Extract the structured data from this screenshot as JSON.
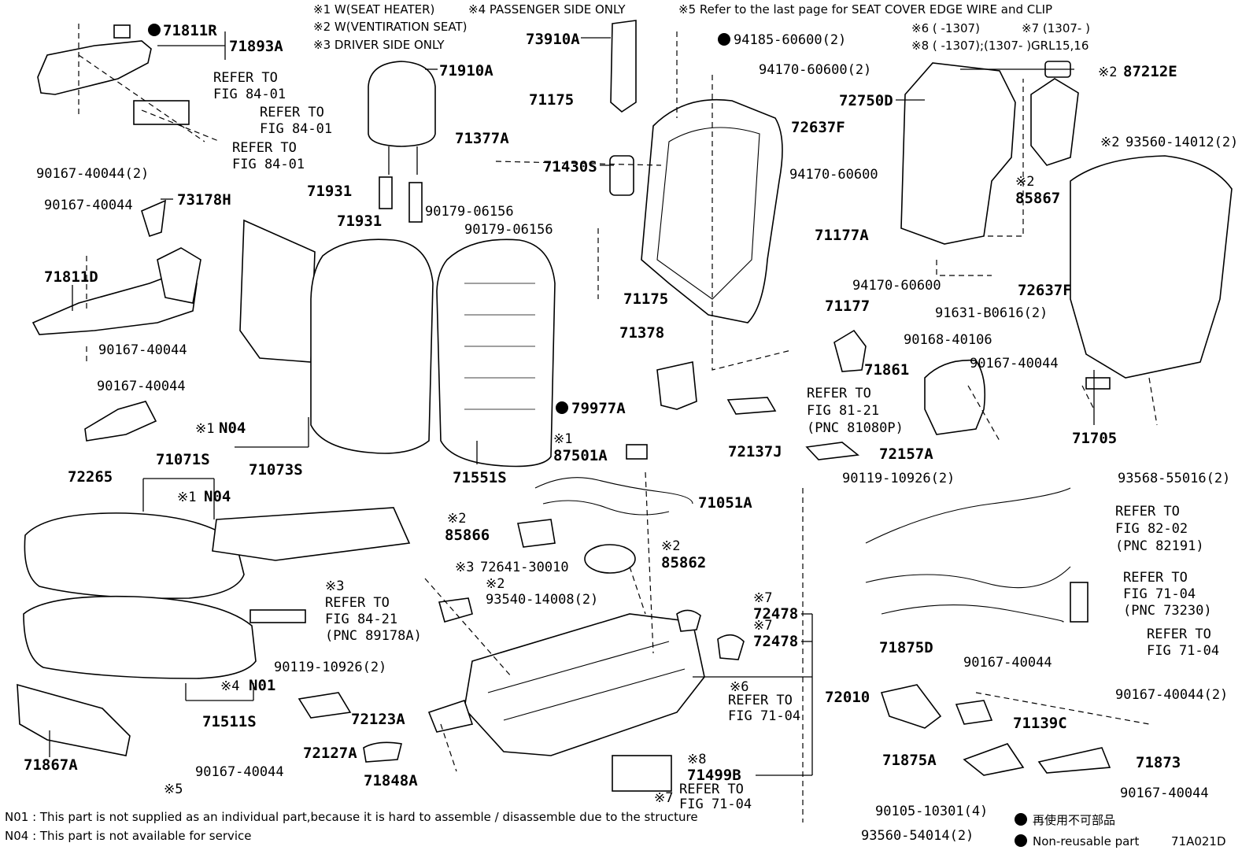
{
  "header_notes": {
    "n1": "※1 W(SEAT HEATER)",
    "n4": "※4 PASSENGER SIDE ONLY",
    "n5": "※5 Refer to the last page for SEAT COVER EDGE WIRE and CLIP",
    "n2": "※2 W(VENTIRATION SEAT)",
    "n3": "※3 DRIVER SIDE ONLY",
    "n6": "※6 (      -1307)",
    "n7": "※7 (1307-      )",
    "n8": "※8 (      -1307);(1307-      )GRL15,16"
  },
  "parts": {
    "p71811R": "71811R",
    "p71893A": "71893A",
    "refer_84_01_a": "REFER TO",
    "refer_84_01_a2": "FIG 84-01",
    "refer_84_01_b": "REFER TO",
    "refer_84_01_b2": "FIG 84-01",
    "refer_84_01_c": "REFER TO",
    "refer_84_01_c2": "FIG 84-01",
    "p90167_40044_2": "90167-40044(2)",
    "p71910A": "71910A",
    "p73910A": "73910A",
    "p71175a": "71175",
    "p71377A": "71377A",
    "p71430S": "71430S",
    "p94185_60600_2": "94185-60600(2)",
    "p94170_60600_2": "94170-60600(2)",
    "p72750D": "72750D",
    "p72637Fa": "72637F",
    "p94170_60600a": "94170-60600",
    "p87212E": "87212E",
    "n87212E": "※2",
    "p93560_14012_2": "93560-14012(2)",
    "n93560": "※2",
    "n85867": "※2",
    "p85867": "85867",
    "p73178H": "73178H",
    "p90167_40044a": "90167-40044",
    "p71931a": "71931",
    "p71931b": "71931",
    "p90179_06156a": "90179-06156",
    "p90179_06156b": "90179-06156",
    "p71177A": "71177A",
    "p72637Fb": "72637F",
    "p71811D": "71811D",
    "p94170_60600b": "94170-60600",
    "p71177": "71177",
    "p91631": "91631-B0616(2)",
    "p71175b": "71175",
    "p71378": "71378",
    "p90168_40106": "90168-40106",
    "p90167_40044b": "90167-40044",
    "p71861": "71861",
    "p90167_40044c": "90167-40044",
    "refer_81_21": "REFER TO",
    "refer_81_21b": "FIG 81-21",
    "refer_81_21c": "(PNC 81080P)",
    "p90167_40044d": "90167-40044",
    "p79977A": "79977A",
    "p72137J": "72137J",
    "p71705": "71705",
    "n_n04a": "※1",
    "p_n04a": "N04",
    "p71073S": "71073S",
    "p72265": "72265",
    "p71551S": "71551S",
    "n87501A": "※1",
    "p87501A": "87501A",
    "p72157A": "72157A",
    "p93568": "93568-55016(2)",
    "p71071S": "71071S",
    "n_n04b": "※1",
    "p_n04b": "N04",
    "p90119_10926a": "90119-10926(2)",
    "p71051A": "71051A",
    "refer_82_02": "REFER TO",
    "refer_82_02b": "FIG 82-02",
    "refer_82_02c": "(PNC 82191)",
    "n85866": "※2",
    "p85866": "85866",
    "n85862": "※2",
    "p85862": "85862",
    "n72641": "※3",
    "p72641": "72641-30010",
    "n93540": "※2",
    "p93540": "93540-14008(2)",
    "n84_21": "※3",
    "refer_84_21": "REFER TO",
    "refer_84_21b": "FIG 84-21",
    "refer_84_21c": "(PNC 89178A)",
    "n72478a": "※7",
    "p72478a": "72478",
    "n72478b": "※7",
    "p72478b": "72478",
    "refer_71_04a": "REFER TO",
    "refer_71_04a2": "FIG 71-04",
    "refer_71_04a3": "(PNC 73230)",
    "refer_71_04b": "REFER TO",
    "refer_71_04b2": "FIG 71-04",
    "p71875D": "71875D",
    "p90167_40044e": "90167-40044",
    "p90119_10926b": "90119-10926(2)",
    "n_n01": "※4",
    "p_n01": "N01",
    "p72010": "72010",
    "n71_04c": "※6",
    "refer_71_04c": "REFER TO",
    "refer_71_04c2": "FIG 71-04",
    "p71511S": "71511S",
    "p72123A": "72123A",
    "p90167_40044_2b": "90167-40044(2)",
    "p71139C": "71139C",
    "p71867A": "71867A",
    "p72127A": "72127A",
    "n71499B": "※8",
    "p71499B": "71499B",
    "p71875A": "71875A",
    "p71873": "71873",
    "p90167_40044f": "90167-40044",
    "p71848A": "71848A",
    "n5": "※5",
    "n71_04d": "※7",
    "refer_71_04d": "REFER TO",
    "refer_71_04d2": "FIG 71-04",
    "p90167_40044g": "90167-40044",
    "p90105": "90105-10301(4)",
    "p93560_54014": "93560-54014(2)"
  },
  "footnotes": {
    "n01": "N01 : This part is not supplied as an individual part,because it is hard to assemble / disassemble due to the structure",
    "n04": "N04 : This part is not available for service"
  },
  "legend": {
    "jp": "再使用不可部品",
    "en": "Non-reusable part"
  },
  "figure_code": "71A021D"
}
